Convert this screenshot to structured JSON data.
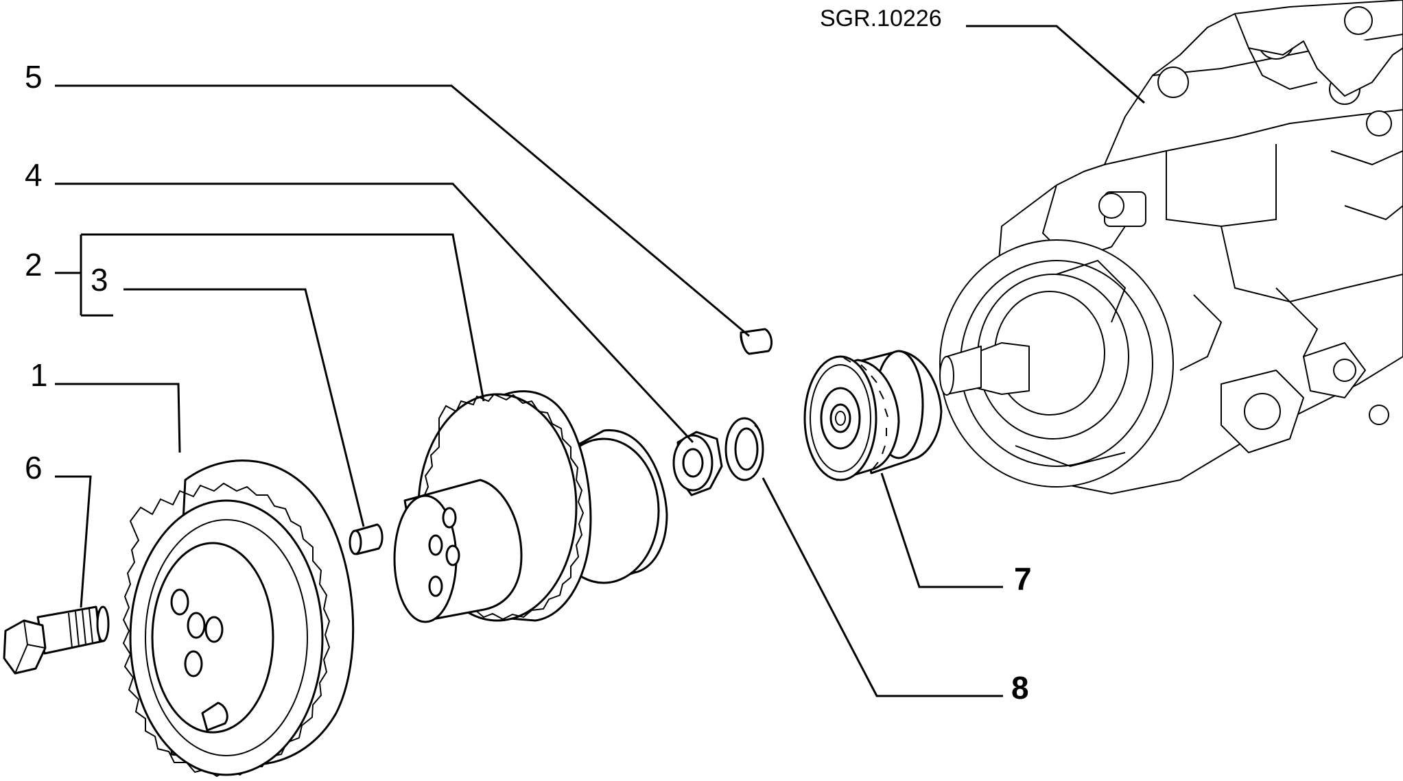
{
  "drawing_reference": "SGR.10226",
  "callouts": [
    {
      "id": "1",
      "text": "1"
    },
    {
      "id": "2",
      "text": "2"
    },
    {
      "id": "3",
      "text": "3"
    },
    {
      "id": "4",
      "text": "4"
    },
    {
      "id": "5",
      "text": "5"
    },
    {
      "id": "6",
      "text": "6"
    },
    {
      "id": "7",
      "text": "7"
    },
    {
      "id": "8",
      "text": "8"
    }
  ]
}
